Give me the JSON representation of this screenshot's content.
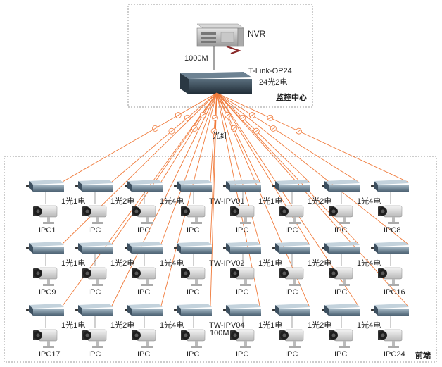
{
  "center": {
    "nvr_label": "NVR",
    "uplink_label": "1000M",
    "switch_model": "T-Link-OP24",
    "switch_ports": "24光2电",
    "zone_label": "监控中心"
  },
  "fiber_label": "光纤",
  "front": {
    "zone_label": "前端",
    "bottom_link_label": "100M",
    "rows": [
      {
        "media_labels": [
          "1光1电",
          "1光2电",
          "1光4电",
          "TW-IPV01",
          "1光1电",
          "1光2电",
          "1光4电"
        ],
        "cameras": [
          "IPC1",
          "IPC",
          "IPC",
          "IPC",
          "IPC",
          "IPC",
          "IPC",
          "IPC8"
        ]
      },
      {
        "media_labels": [
          "1光1电",
          "1光2电",
          "1光4电",
          "TW-IPV02",
          "1光1电",
          "1光2电",
          "1光4电"
        ],
        "cameras": [
          "IPC9",
          "IPC",
          "IPC",
          "IPC",
          "IPC",
          "IPC",
          "IPC",
          "IPC16"
        ]
      },
      {
        "media_labels": [
          "1光1电",
          "1光2电",
          "1光4电",
          "TW-IPV04",
          "1光1电",
          "1光2电",
          "1光4电"
        ],
        "cameras": [
          "IPC17",
          "IPC",
          "IPC",
          "IPC",
          "IPC",
          "IPC",
          "IPC",
          "IPC24"
        ]
      }
    ]
  },
  "colors": {
    "fiber": "#f07a3a",
    "border": "#9a9a9a",
    "device": "#5d7585",
    "device_light": "#9fb3c2"
  }
}
